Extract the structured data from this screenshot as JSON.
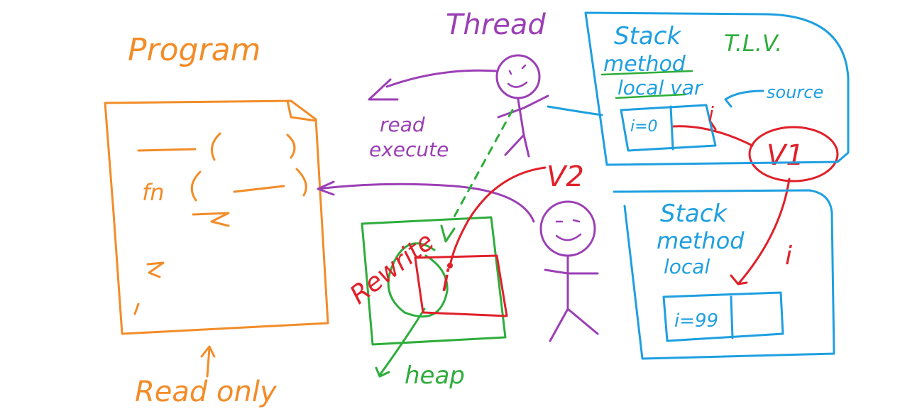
{
  "colors": {
    "orange": "#F28C28",
    "purple": "#9B3FB5",
    "green": "#2EAD3B",
    "red": "#E0202A",
    "blue": "#1E9FE0",
    "background": "#FFFFFF"
  },
  "labels": {
    "program": "Program",
    "read_only": "Read only",
    "thread": "Thread",
    "read_execute": "read execute",
    "heap": "heap",
    "rewrite": "Rewrite",
    "v1": "V1",
    "v2": "V2",
    "tlv": "T.L.V.",
    "stack1_line1": "Stack",
    "stack1_line2": "method",
    "stack1_line3": "local var",
    "source": "source",
    "i_eq_0": "i=0",
    "i_label_1": "i",
    "stack2_line1": "Stack",
    "stack2_line2": "method",
    "stack2_line3": "local",
    "i_eq_99": "i=99",
    "i_label_2": "i",
    "heap_var": "i",
    "code_fn": "fn"
  }
}
